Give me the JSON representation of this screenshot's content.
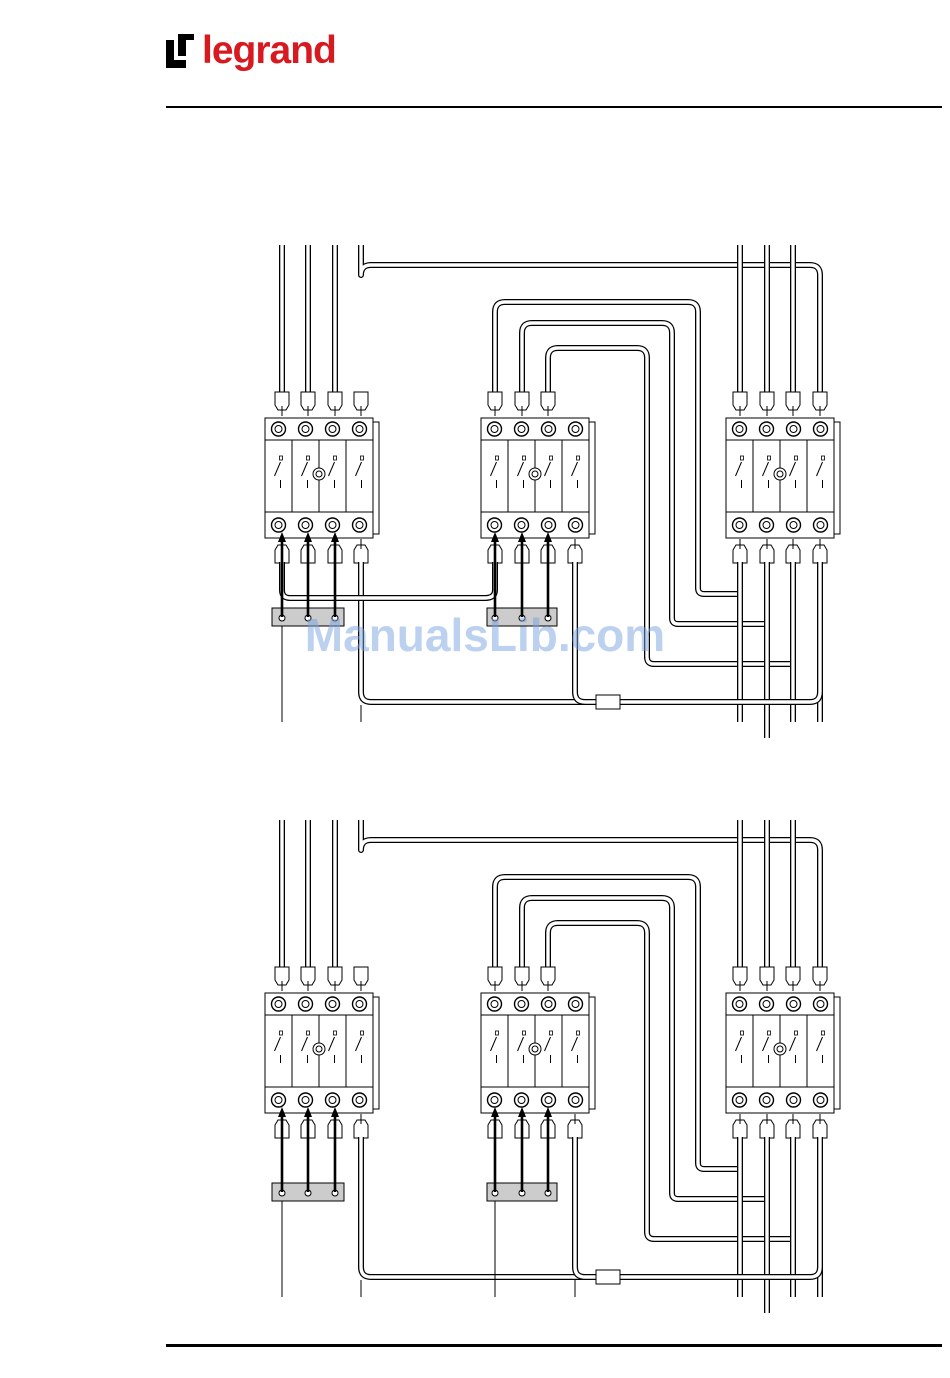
{
  "brand": {
    "logo_text": "legrand",
    "color": "#d71920"
  },
  "watermark": {
    "text": "ManualsLib.com"
  },
  "diagrams": [
    {
      "name": "upper-wiring-diagram",
      "breakers": 3,
      "busbars": 2,
      "busbar_on_middle_breaker": true
    },
    {
      "name": "lower-wiring-diagram",
      "breakers": 3,
      "busbars": 2,
      "busbar_on_middle_breaker": true
    }
  ]
}
